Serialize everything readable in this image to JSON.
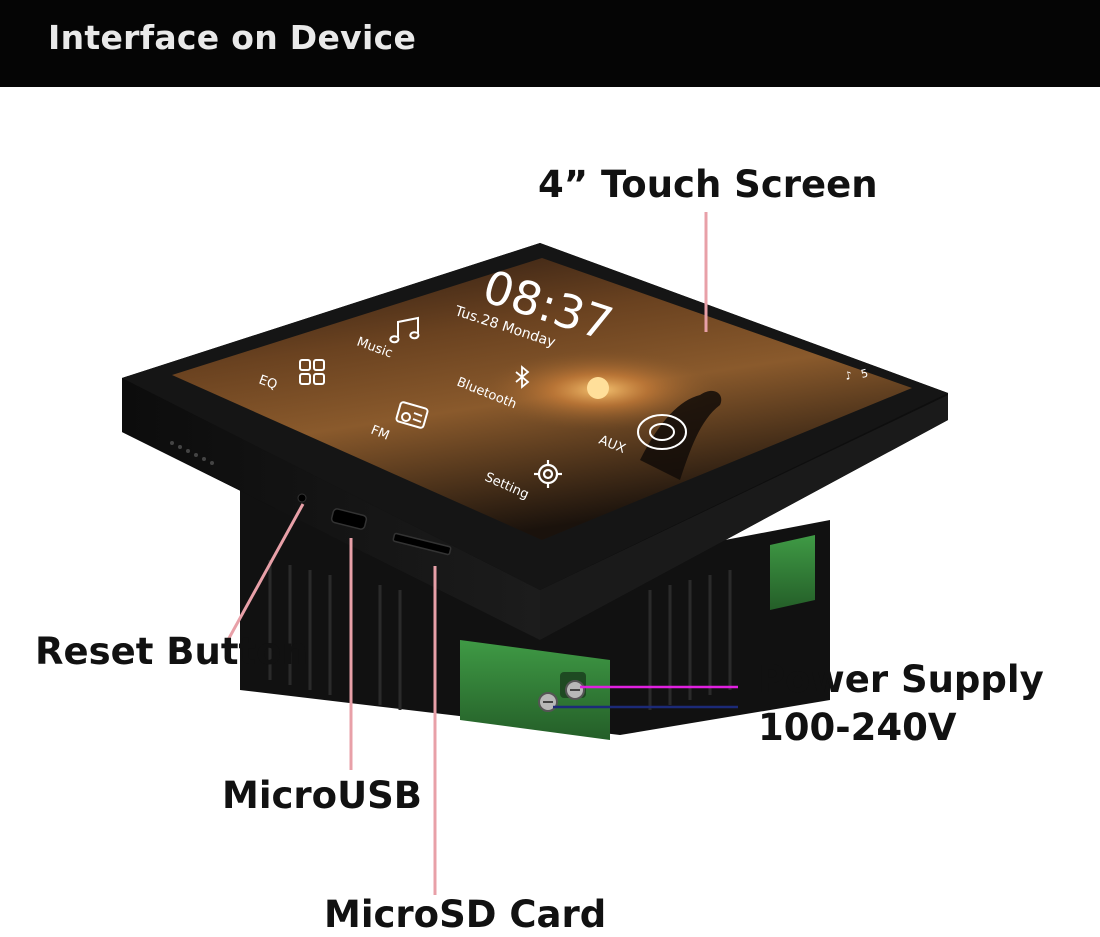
{
  "banner": {
    "title": "Interface on Device"
  },
  "callouts": {
    "touch_screen": "4” Touch Screen",
    "reset_button": "Reset Button",
    "micro_usb": "MicroUSB",
    "micro_sd": "MicroSD Card",
    "power_supply_line1": "Power Supply",
    "power_supply_line2": "100-240V"
  },
  "screen_ui": {
    "time": "08:37",
    "date": "Tus.28 Monday",
    "volume": "5",
    "apps": [
      {
        "label": "Music",
        "icon": "music-note-icon"
      },
      {
        "label": "EQ",
        "icon": "eq-grid-icon"
      },
      {
        "label": "Bluetooth",
        "icon": "bluetooth-icon"
      },
      {
        "label": "FM",
        "icon": "radio-icon"
      },
      {
        "label": "AUX",
        "icon": "aux-icon"
      },
      {
        "label": "Setting",
        "icon": "gear-icon"
      }
    ]
  },
  "colors": {
    "banner_bg": "#050505",
    "banner_text": "#e9e9e9",
    "leader_pink": "#e8a0a8",
    "power_magenta": "#e020e0",
    "power_navy": "#1c2a78",
    "terminal_green": "#2f7a34",
    "housing_black": "#161616"
  }
}
